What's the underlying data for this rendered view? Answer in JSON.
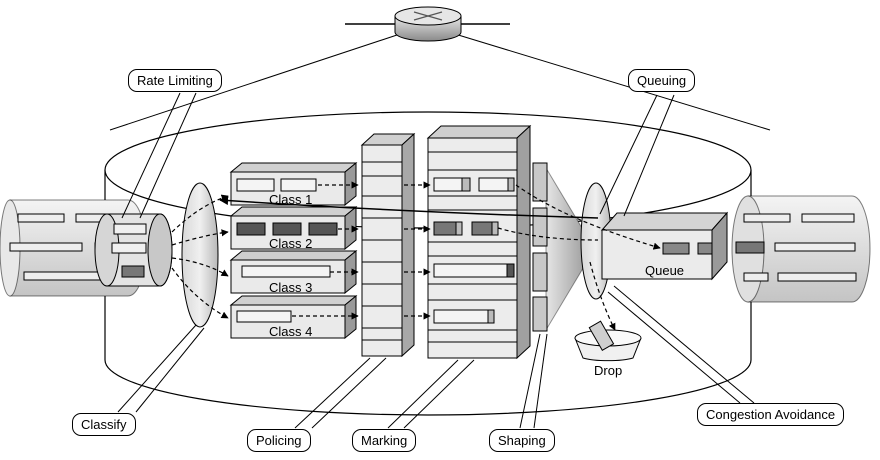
{
  "labels": {
    "rate_limiting": "Rate Limiting",
    "queuing": "Queuing",
    "classify": "Classify",
    "policing": "Policing",
    "marking": "Marking",
    "shaping": "Shaping",
    "congestion_avoidance": "Congestion Avoidance"
  },
  "classes": [
    "Class 1",
    "Class 2",
    "Class 3",
    "Class 4"
  ],
  "queue_label": "Queue",
  "drop_label": "Drop"
}
